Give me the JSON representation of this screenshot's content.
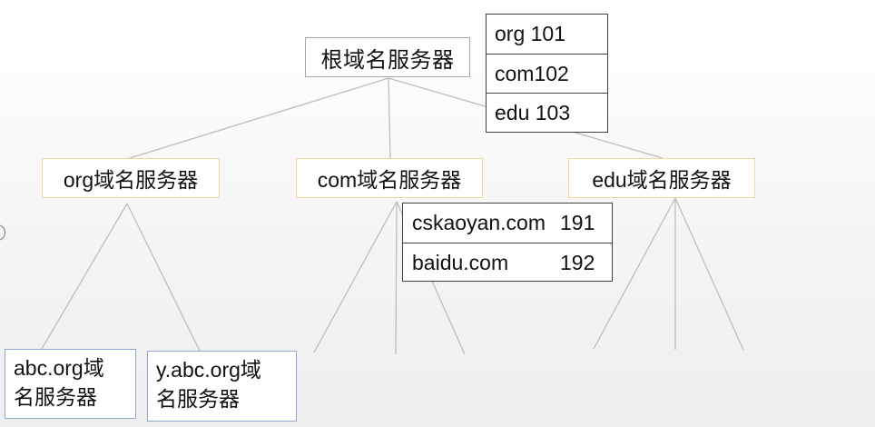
{
  "root": {
    "label": "根域名服务器",
    "records": [
      {
        "text": "org 101"
      },
      {
        "text": "com102"
      },
      {
        "text": "edu 103"
      }
    ]
  },
  "tld_servers": {
    "org": "org域名服务器",
    "com": "com域名服务器",
    "edu": "edu域名服务器"
  },
  "com_records": [
    {
      "name": "cskaoyan.com",
      "value": "191"
    },
    {
      "name": "baidu.com",
      "value": "192"
    }
  ],
  "leaves": {
    "abc": {
      "line1": "abc.org域",
      "line2": "名服务器"
    },
    "y": {
      "line1": "y.abc.org域",
      "line2": "名服务器"
    }
  },
  "colors": {
    "tld_border": "#f3d79a",
    "leaf_border": "#8fa9d3",
    "line": "#bfbfbf"
  }
}
